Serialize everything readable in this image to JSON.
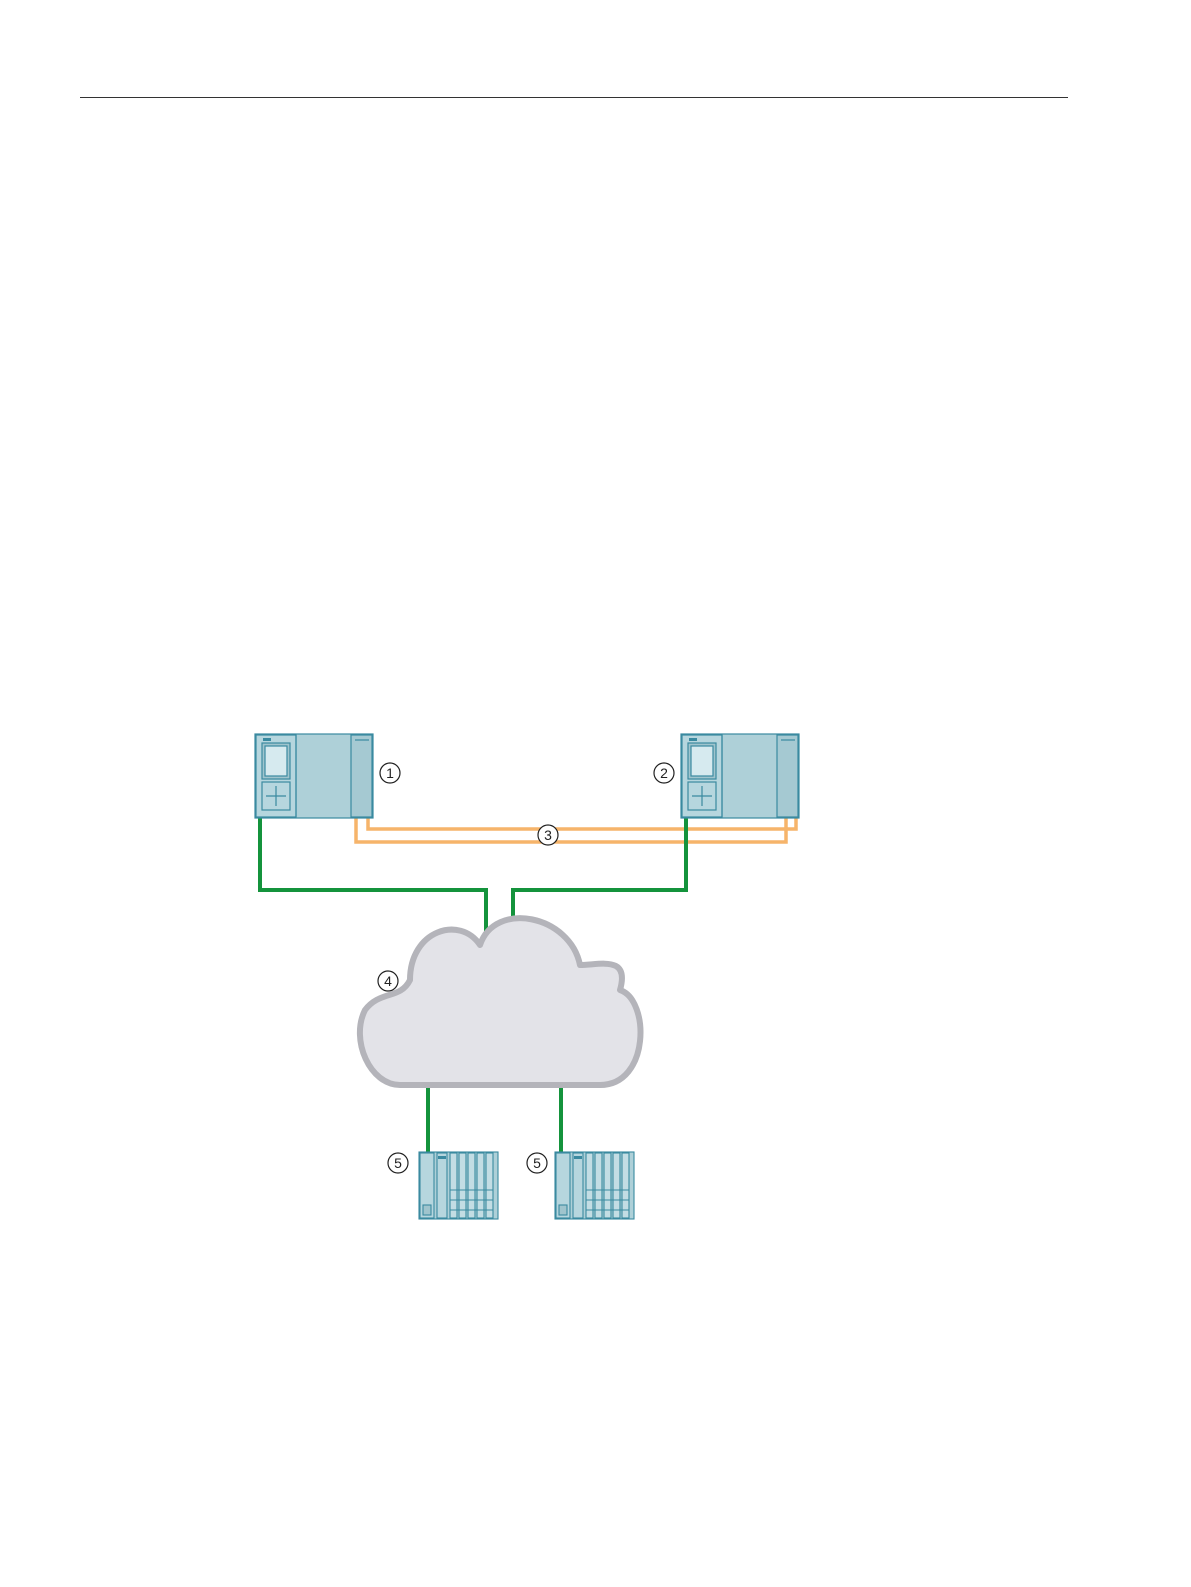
{
  "colors": {
    "profinet": "#14933c",
    "sync": "#f6b46a",
    "device_fill": "#aed0d8",
    "device_stroke": "#3a8aa0",
    "cloud_fill": "#e3e3e8",
    "cloud_stroke": "#b4b4ba"
  },
  "callouts": {
    "cpu1": "1",
    "cpu2": "2",
    "sync_link": "3",
    "network": "4",
    "io_device_1": "5",
    "io_device_2": "5"
  }
}
